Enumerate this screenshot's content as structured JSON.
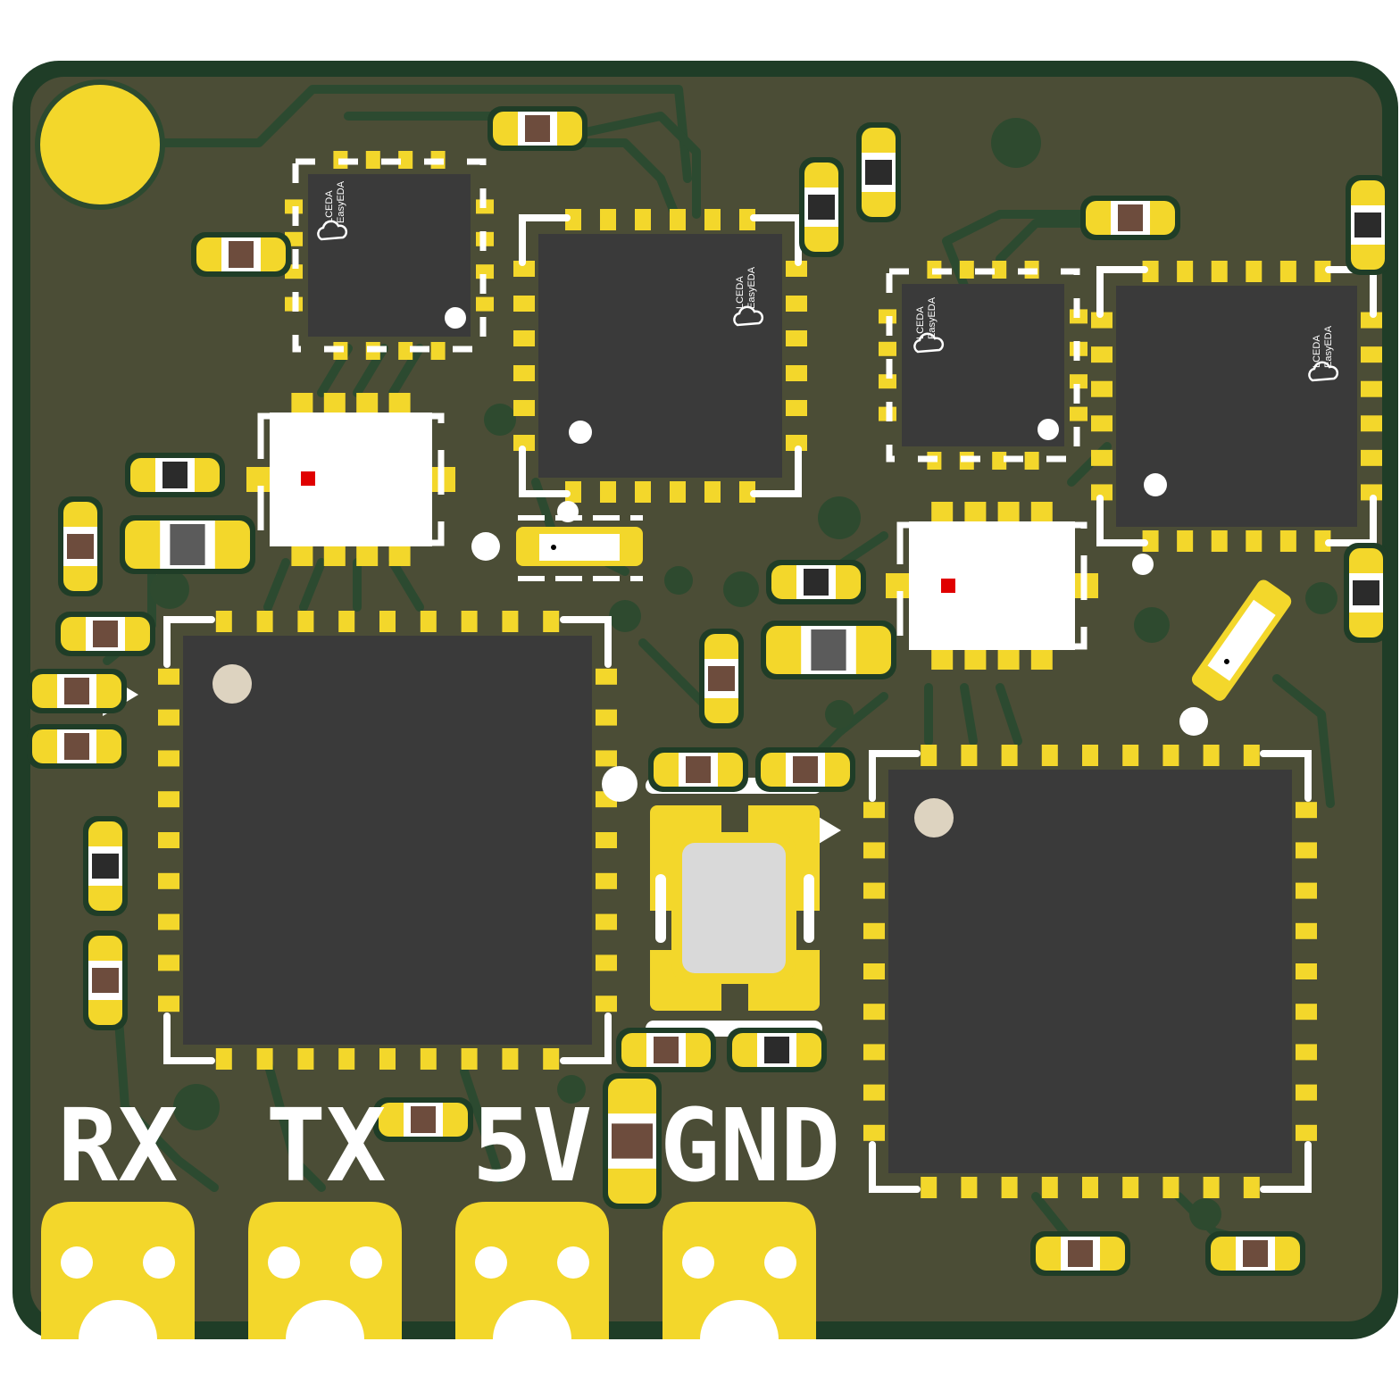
{
  "board": {
    "colors": {
      "substrate": "#4b4d36",
      "copper_fill": "#2e4a2f",
      "trace": "#1f3d27",
      "pad": "#f3d72b",
      "chip": "#3a3a3a",
      "silkscreen": "#ffffff",
      "resistor_body": "#6d4c3d",
      "capacitor_body": "#2b2b2b",
      "crystal_body": "#d9d9d9",
      "led_marker": "#e00000"
    },
    "labels": {
      "rx": "RX",
      "tx": "TX",
      "v5": "5V",
      "gnd": "GND"
    },
    "chip_logo": {
      "line1": "LCEDA",
      "line2": "EasyEDA"
    },
    "icons": {
      "pin1_arrow": "triangle-arrow-icon",
      "chip_logo": "cloud-logo-icon"
    }
  }
}
